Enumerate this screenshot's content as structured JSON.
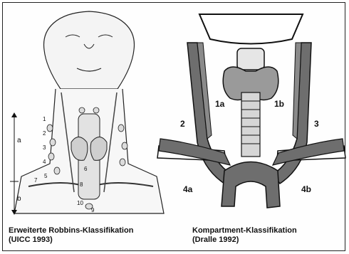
{
  "left": {
    "caption_line1": "Erweiterte Robbins-Klassifikation",
    "caption_line2": "(UICC 1993)",
    "axis_labels": {
      "a": "a",
      "b": "b"
    },
    "level_numbers": [
      "1",
      "2",
      "3",
      "4",
      "5",
      "6",
      "7",
      "8",
      "9",
      "10"
    ]
  },
  "right": {
    "caption_line1": "Kompartment-Klassifikation",
    "caption_line2": "(Dralle 1992)",
    "compartments": {
      "c1a": "1a",
      "c1b": "1b",
      "c2": "2",
      "c3": "3",
      "c4a": "4a",
      "c4b": "4b"
    }
  },
  "colors": {
    "vessel": "#6e6e6e",
    "vessel_outline": "#111111",
    "thyroid": "#9a9a9a",
    "trachea": "#d6d6d6",
    "background": "#ffffff"
  }
}
